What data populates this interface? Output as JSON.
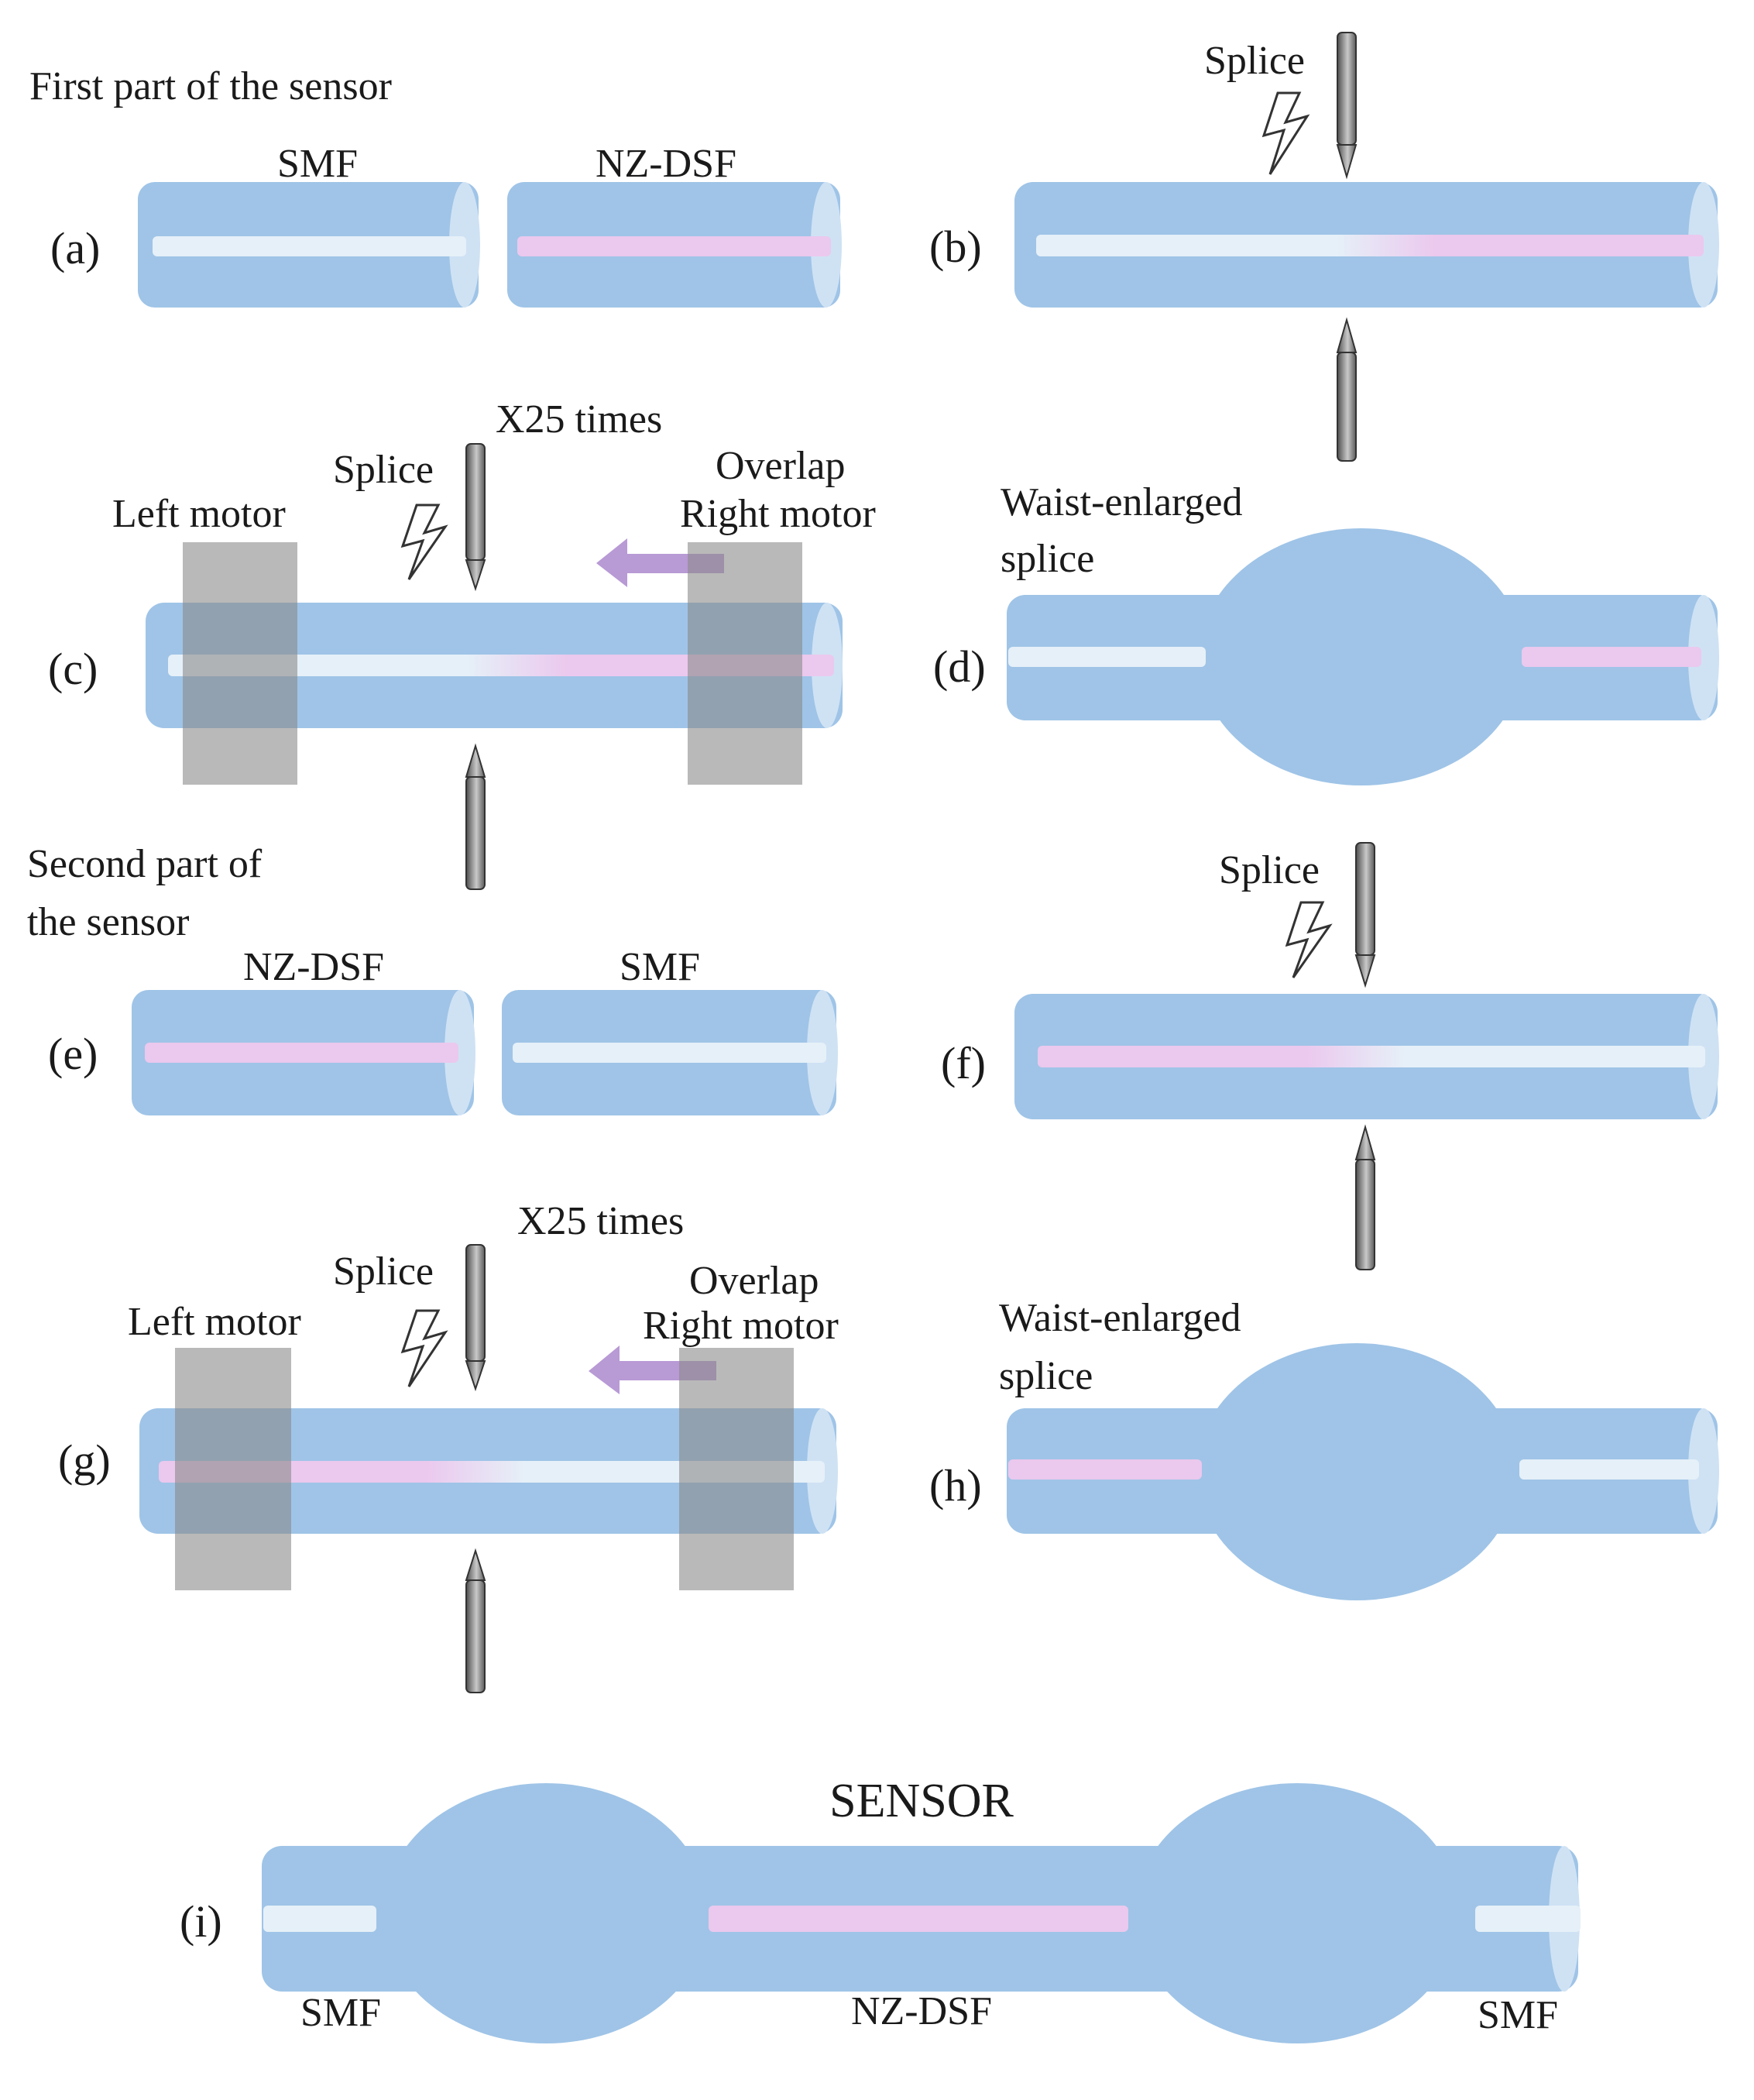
{
  "colors": {
    "cladding": "#9fc4e7",
    "cladding_end": "#cfe2f4",
    "smf_core": "#e6f0f8",
    "nzdsf_core": "#ebc8ee",
    "motor": "#a9a9a9",
    "arrow": "#b08fd0",
    "electrode_dark": "#555555",
    "electrode_light": "#c8c8c8"
  },
  "icons": {
    "spark": "lightning-bolt-icon",
    "electrode": "electrode-needle-icon",
    "motion": "left-arrow-icon"
  },
  "text": {
    "first_part": "First part of the sensor",
    "second_part_line1": "Second part of",
    "second_part_line2": "the sensor",
    "splice": "Splice",
    "x25": "X25 times",
    "overlap": "Overlap",
    "right_motor": "Right motor",
    "left_motor": "Left motor",
    "waist_line1": "Waist-enlarged",
    "waist_line2": "splice",
    "smf": "SMF",
    "nzdsf": "NZ-DSF",
    "sensor": "SENSOR"
  },
  "panels": {
    "a": "(a)",
    "b": "(b)",
    "c": "(c)",
    "d": "(d)",
    "e": "(e)",
    "f": "(f)",
    "g": "(g)",
    "h": "(h)",
    "i": "(i)"
  }
}
